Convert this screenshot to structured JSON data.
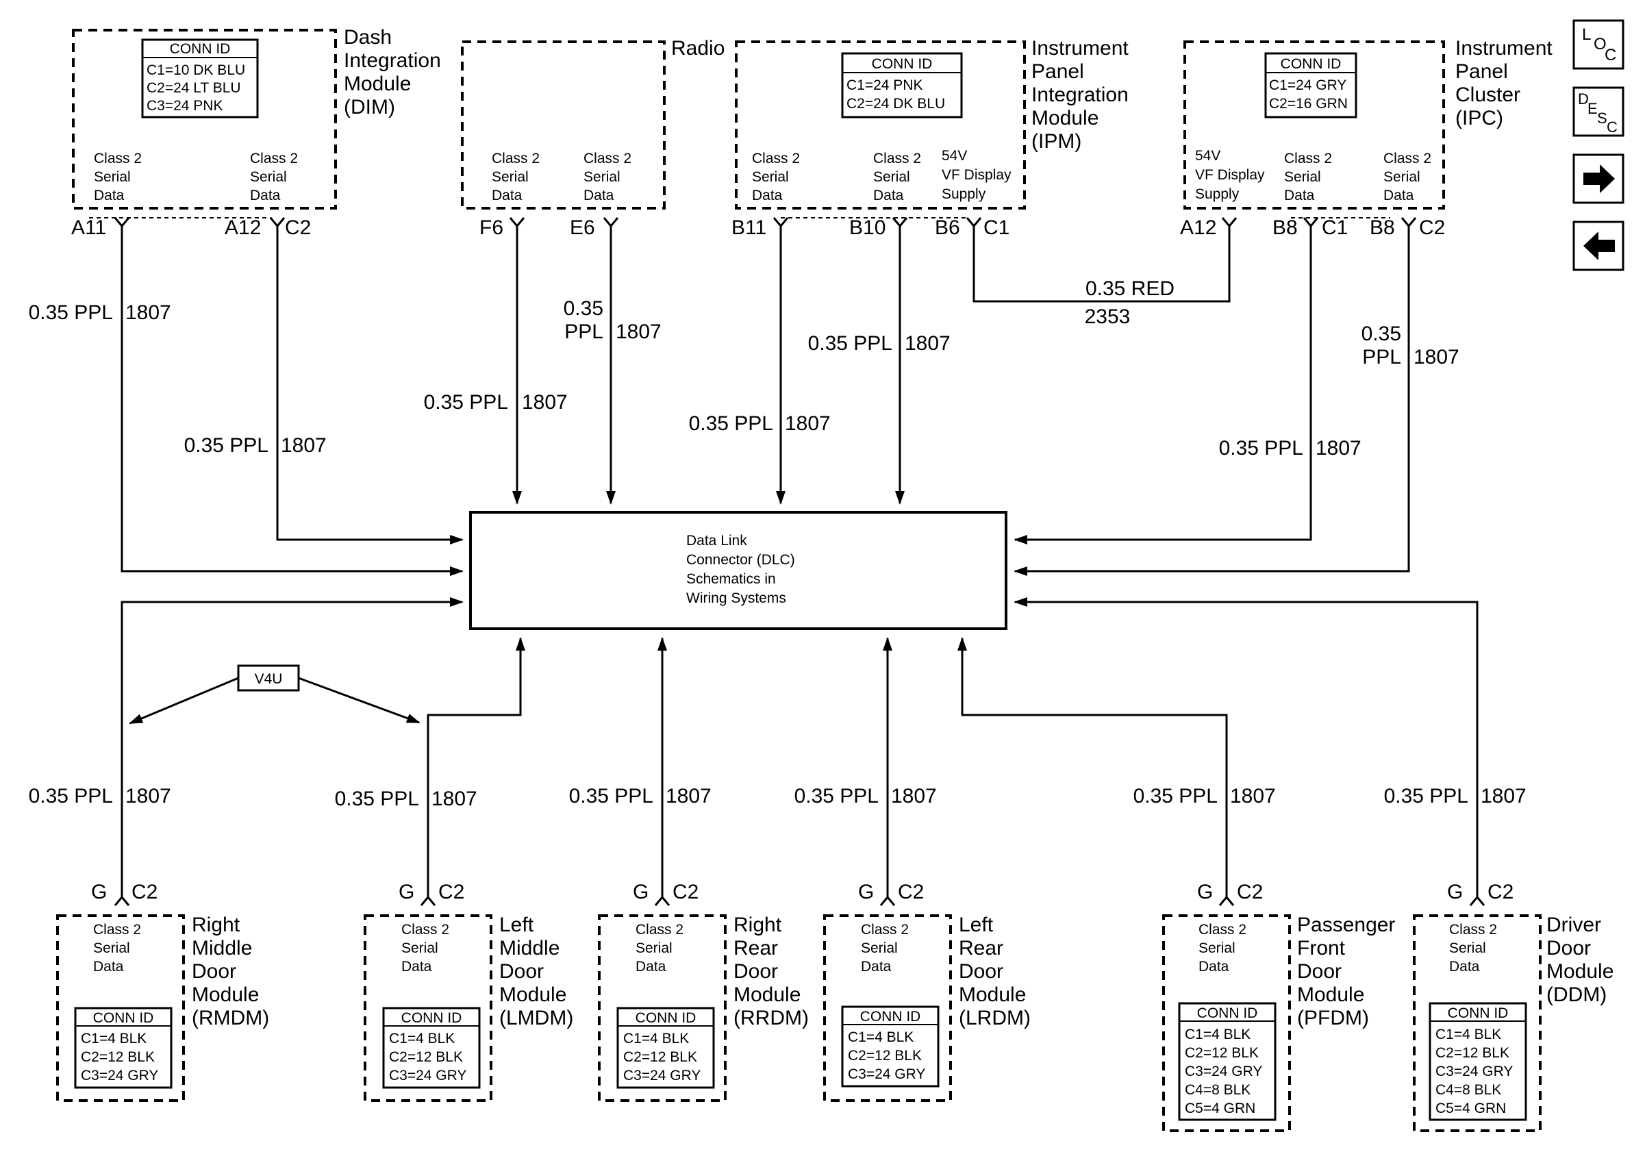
{
  "top_modules": {
    "dim": {
      "name": [
        "Dash",
        "Integration",
        "Module",
        "(DIM)"
      ],
      "conn": [
        "CONN ID",
        "C1=10 DK BLU",
        "C2=24 LT BLU",
        "C3=24 PNK"
      ],
      "left_label": [
        "Class 2",
        "Serial",
        "Data"
      ],
      "right_label": [
        "Class 2",
        "Serial",
        "Data"
      ],
      "pins": [
        "A11",
        "A12",
        "C2"
      ]
    },
    "radio": {
      "name": [
        "Radio"
      ],
      "left_label": [
        "Class 2",
        "Serial",
        "Data"
      ],
      "right_label": [
        "Class 2",
        "Serial",
        "Data"
      ],
      "pins": [
        "F6",
        "E6"
      ]
    },
    "ipm": {
      "name": [
        "Instrument",
        "Panel",
        "Integration",
        "Module",
        "(IPM)"
      ],
      "conn": [
        "CONN ID",
        "C1=24 PNK",
        "C2=24 DK BLU"
      ],
      "left_label": [
        "Class 2",
        "Serial",
        "Data"
      ],
      "mid_label": [
        "Class 2",
        "Serial",
        "Data"
      ],
      "right_label": [
        "54V",
        "VF Display",
        "Supply"
      ],
      "pins": [
        "B11",
        "B10",
        "B6",
        "C1"
      ]
    },
    "ipc": {
      "name": [
        "Instrument",
        "Panel",
        "Cluster",
        "(IPC)"
      ],
      "conn": [
        "CONN ID",
        "C1=24 GRY",
        "C2=16 GRN"
      ],
      "left_label": [
        "54V",
        "VF Display",
        "Supply"
      ],
      "mid_label": [
        "Class 2",
        "Serial",
        "Data"
      ],
      "right_label": [
        "Class 2",
        "Serial",
        "Data"
      ],
      "pins": [
        "A12",
        "B8",
        "C1",
        "B8",
        "C2"
      ]
    }
  },
  "wires": {
    "ppl": "0.35 PPL",
    "ppl_split": [
      "0.35",
      "PPL"
    ],
    "circuit": "1807",
    "red": "0.35 RED",
    "red_circuit": "2353"
  },
  "dlc": {
    "lines": [
      "Data Link",
      "Connector (DLC)",
      "Schematics in",
      "Wiring Systems"
    ]
  },
  "option": {
    "label": "V4U"
  },
  "bottom_modules": {
    "rmdm": {
      "name": [
        "Right",
        "Middle",
        "Door",
        "Module",
        "(RMDM)"
      ],
      "conn": [
        "CONN ID",
        "C1=4 BLK",
        "C2=12 BLK",
        "C3=24 GRY"
      ]
    },
    "lmdm": {
      "name": [
        "Left",
        "Middle",
        "Door",
        "Module",
        "(LMDM)"
      ],
      "conn": [
        "CONN ID",
        "C1=4 BLK",
        "C2=12 BLK",
        "C3=24 GRY"
      ]
    },
    "rrdm": {
      "name": [
        "Right",
        "Rear",
        "Door",
        "Module",
        "(RRDM)"
      ],
      "conn": [
        "CONN ID",
        "C1=4 BLK",
        "C2=12 BLK",
        "C3=24 GRY"
      ]
    },
    "lrdm": {
      "name": [
        "Left",
        "Rear",
        "Door",
        "Module",
        "(LRDM)"
      ],
      "conn": [
        "CONN ID",
        "C1=4 BLK",
        "C2=12 BLK",
        "C3=24 GRY"
      ]
    },
    "pfdm": {
      "name": [
        "Passenger",
        "Front",
        "Door",
        "Module",
        "(PFDM)"
      ],
      "conn": [
        "CONN ID",
        "C1=4 BLK",
        "C2=12 BLK",
        "C3=24 GRY",
        "C4=8 BLK",
        "C5=4 GRN"
      ]
    },
    "ddm": {
      "name": [
        "Driver",
        "Door",
        "Module",
        "(DDM)"
      ],
      "conn": [
        "CONN ID",
        "C1=4 BLK",
        "C2=12 BLK",
        "C3=24 GRY",
        "C4=8 BLK",
        "C5=4 GRN"
      ]
    },
    "serial_label": [
      "Class 2",
      "Serial",
      "Data"
    ],
    "pin_g": "G",
    "pin_c2": "C2"
  },
  "nav": {
    "loc": [
      "L",
      "O",
      "C"
    ],
    "desc": [
      "D",
      "E",
      "S",
      "C"
    ]
  }
}
